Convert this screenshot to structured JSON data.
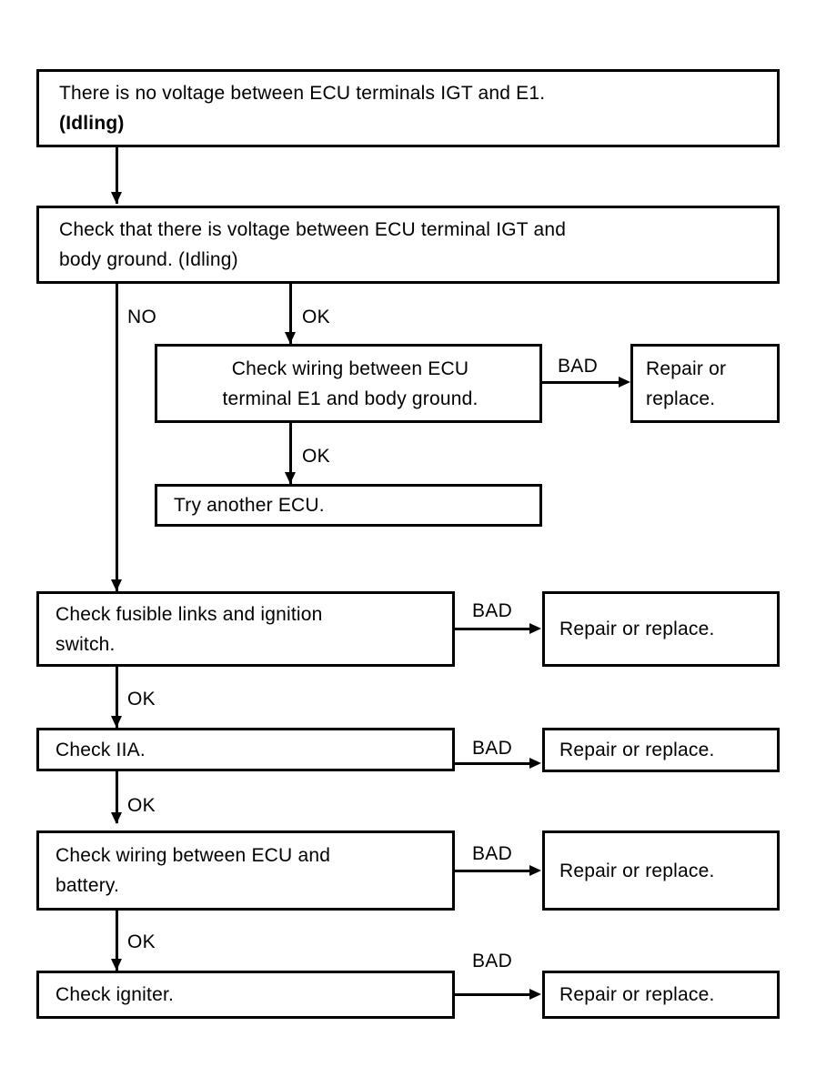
{
  "diagram": {
    "title": "ECU IGT terminal voltage troubleshooting flowchart",
    "type": "flowchart",
    "ink_color": "#000000",
    "background_color": "#ffffff",
    "nodes": [
      {
        "id": "symptom",
        "lines": [
          "There is no voltage between ECU terminals IGT and E1.",
          "(Idling)"
        ]
      },
      {
        "id": "check-igt-body-ground",
        "lines": [
          "Check that there is voltage between ECU terminal IGT and",
          "body ground. (Idling)"
        ]
      },
      {
        "id": "check-wiring-e1",
        "lines": [
          "Check wiring between ECU",
          "terminal E1 and body ground."
        ]
      },
      {
        "id": "repair-or-replace-1",
        "lines": [
          "Repair or",
          "replace."
        ]
      },
      {
        "id": "try-another-ecu",
        "lines": [
          "Try another ECU."
        ]
      },
      {
        "id": "check-fusible-links",
        "lines": [
          "Check fusible links and ignition",
          "switch."
        ]
      },
      {
        "id": "repair-or-replace-2",
        "lines": [
          "Repair or replace."
        ]
      },
      {
        "id": "check-iia",
        "lines": [
          "Check IIA."
        ]
      },
      {
        "id": "repair-or-replace-3",
        "lines": [
          "Repair or replace."
        ]
      },
      {
        "id": "check-wiring-battery",
        "lines": [
          "Check wiring between ECU and",
          "battery."
        ]
      },
      {
        "id": "repair-or-replace-4",
        "lines": [
          "Repair or replace."
        ]
      },
      {
        "id": "check-igniter",
        "lines": [
          "Check igniter."
        ]
      },
      {
        "id": "repair-or-replace-5",
        "lines": [
          "Repair or replace."
        ]
      }
    ],
    "edge_labels": {
      "no": "NO",
      "ok_branch": "OK",
      "ok_try_ecu": "OK",
      "ok_iia": "OK",
      "ok_wiring_battery": "OK",
      "ok_igniter": "OK",
      "bad_e1": "BAD",
      "bad_fusible": "BAD",
      "bad_iia": "BAD",
      "bad_battery": "BAD",
      "bad_igniter": "BAD"
    }
  }
}
